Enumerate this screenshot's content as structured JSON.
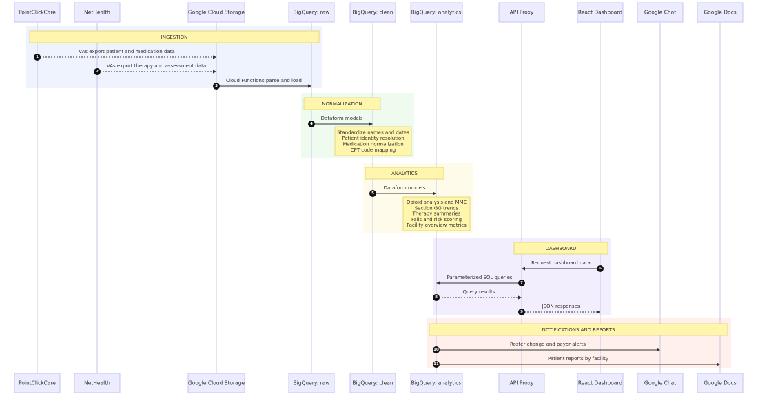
{
  "participants": [
    {
      "id": "pcc",
      "label": "PointClickCare"
    },
    {
      "id": "nh",
      "label": "NetHealth"
    },
    {
      "id": "gcs",
      "label": "Google Cloud Storage"
    },
    {
      "id": "bqraw",
      "label": "BigQuery: raw"
    },
    {
      "id": "bqclean",
      "label": "BigQuery: clean"
    },
    {
      "id": "bqan",
      "label": "BigQuery: analytics"
    },
    {
      "id": "api",
      "label": "API Proxy"
    },
    {
      "id": "react",
      "label": "React Dashboard"
    },
    {
      "id": "chat",
      "label": "Google Chat"
    },
    {
      "id": "docs",
      "label": "Google Docs"
    }
  ],
  "sections": [
    {
      "title": "INGESTION",
      "color": "#eef3fd"
    },
    {
      "title": "NORMALIZATION",
      "color": "#effbee"
    },
    {
      "title": "ANALYTICS",
      "color": "#fffbea"
    },
    {
      "title": "DASHBOARD",
      "color": "#f3eefd"
    },
    {
      "title": "NOTIFICATIONS AND REPORTS",
      "color": "#fff0ec"
    }
  ],
  "messages": [
    {
      "num": "1",
      "from": "pcc",
      "to": "gcs",
      "label": "VAs export patient and medication data",
      "style": "dotted"
    },
    {
      "num": "2",
      "from": "nh",
      "to": "gcs",
      "label": "VAs export therapy and assessment data",
      "style": "dotted"
    },
    {
      "num": "3",
      "from": "gcs",
      "to": "bqraw",
      "label": "Cloud Functions parse and load",
      "style": "solid"
    },
    {
      "num": "4",
      "from": "bqraw",
      "to": "bqclean",
      "label": "Dataform models",
      "style": "solid"
    },
    {
      "num": "5",
      "from": "bqclean",
      "to": "bqan",
      "label": "Dataform models",
      "style": "solid"
    },
    {
      "num": "6",
      "from": "react",
      "to": "api",
      "label": "Request dashboard data",
      "style": "solid"
    },
    {
      "num": "7",
      "from": "api",
      "to": "bqan",
      "label": "Parameterized SQL queries",
      "style": "solid"
    },
    {
      "num": "8",
      "from": "bqan",
      "to": "api",
      "label": "Query results",
      "style": "dotted"
    },
    {
      "num": "9",
      "from": "api",
      "to": "react",
      "label": "JSON responses",
      "style": "dotted"
    },
    {
      "num": "10",
      "from": "bqan",
      "to": "chat",
      "label": "Roster change and payor alerts",
      "style": "solid"
    },
    {
      "num": "11",
      "from": "bqan",
      "to": "docs",
      "label": "Patient reports by facility",
      "style": "solid"
    }
  ],
  "notes": [
    {
      "lines": [
        "Standardize names and dates",
        "Patient identity resolution",
        "Medication normalization",
        "CPT code mapping"
      ]
    },
    {
      "lines": [
        "Opioid analysis and MME",
        "Section GG trends",
        "Therapy summaries",
        "Falls and risk scoring",
        "Facility overview metrics"
      ]
    }
  ]
}
